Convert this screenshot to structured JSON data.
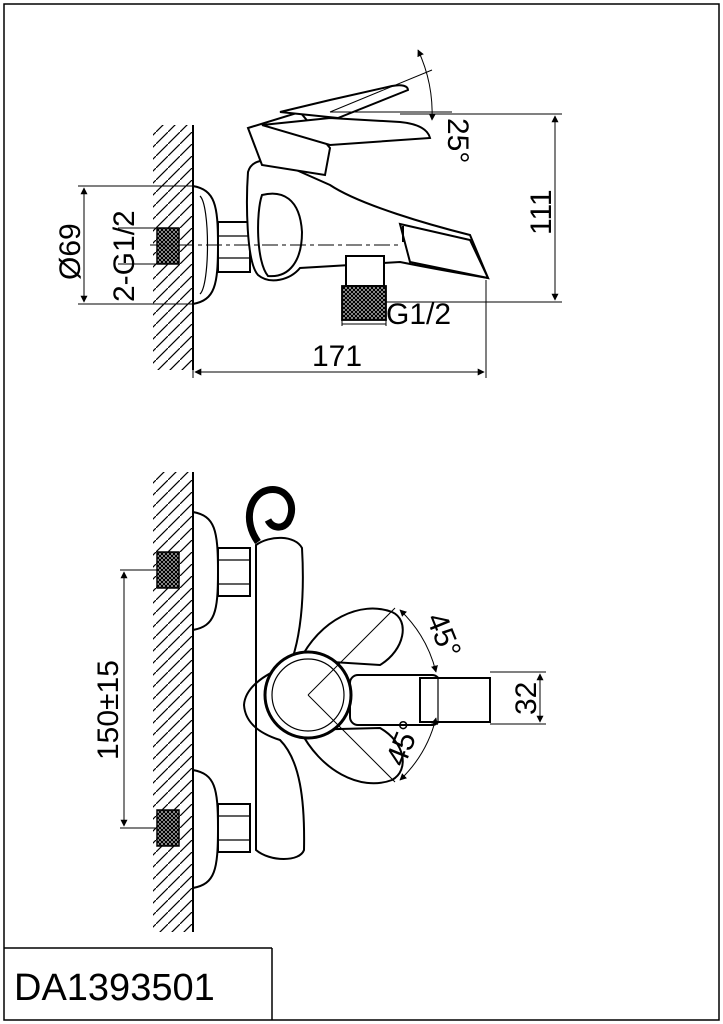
{
  "drawing": {
    "model_code": "DA1393501",
    "top_view": {
      "angle_label": "25°",
      "height_label": "111",
      "width_label": "171",
      "diameter_label": "Ø69",
      "connection_label": "2-G1/2",
      "outlet_thread_label": "G1/2"
    },
    "front_view": {
      "spacing_label": "150±15",
      "angle_upper_label": "45°",
      "angle_lower_label": "45°",
      "handle_height_label": "32"
    }
  }
}
